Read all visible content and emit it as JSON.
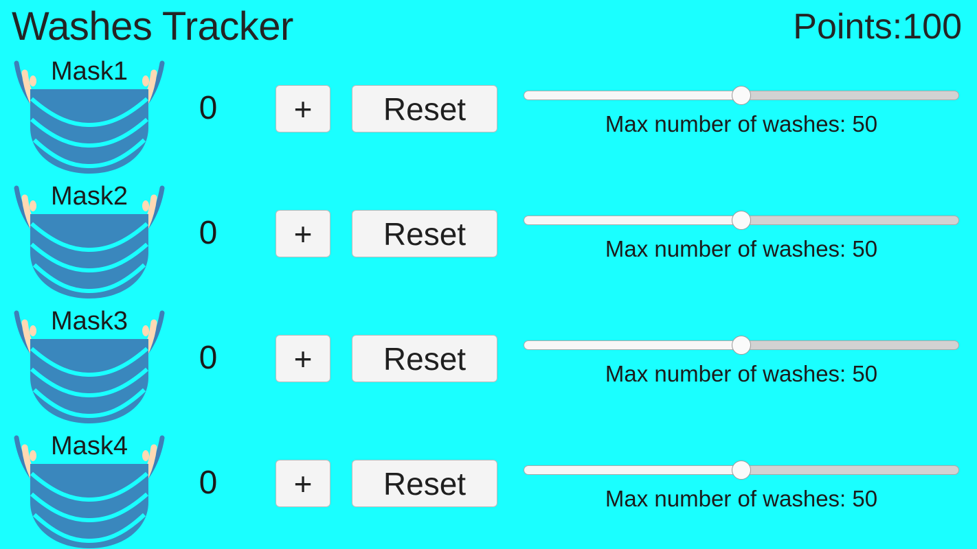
{
  "app": {
    "title": "Washes Tracker",
    "background_color": "#1affff",
    "text_color": "#1b1b1b"
  },
  "header": {
    "title": "Washes Tracker",
    "points_label": "Points:",
    "points_value": "100",
    "points_text": "Points:100"
  },
  "colors": {
    "background": "#1affff",
    "mask_body": "#3a87bd",
    "mask_strap": "#3d7fb8",
    "mask_ear": "#ffd9b3",
    "button_face": "#f4f4f4",
    "button_border": "#b9b9b9",
    "slider_track": "#d2d2d2",
    "slider_fill": "#f7f7f7",
    "slider_thumb": "#fafafa"
  },
  "controls": {
    "increment_label": "+",
    "reset_label": "Reset",
    "slider_caption_prefix": "Max number of washes:",
    "slider_min": 0,
    "slider_max": 100
  },
  "rows": [
    {
      "mask_name": "Mask1",
      "mask_icon": "face-mask-icon",
      "wash_count": "0",
      "increment_label": "+",
      "reset_label": "Reset",
      "slider_value": 50,
      "slider_percent": 50,
      "slider_caption": "Max number of washes: 50"
    },
    {
      "mask_name": "Mask2",
      "mask_icon": "face-mask-icon",
      "wash_count": "0",
      "increment_label": "+",
      "reset_label": "Reset",
      "slider_value": 50,
      "slider_percent": 50,
      "slider_caption": "Max number of washes: 50"
    },
    {
      "mask_name": "Mask3",
      "mask_icon": "face-mask-icon",
      "wash_count": "0",
      "increment_label": "+",
      "reset_label": "Reset",
      "slider_value": 50,
      "slider_percent": 50,
      "slider_caption": "Max number of washes: 50"
    },
    {
      "mask_name": "Mask4",
      "mask_icon": "face-mask-icon",
      "wash_count": "0",
      "increment_label": "+",
      "reset_label": "Reset",
      "slider_value": 50,
      "slider_percent": 50,
      "slider_caption": "Max number of washes: 50"
    }
  ]
}
